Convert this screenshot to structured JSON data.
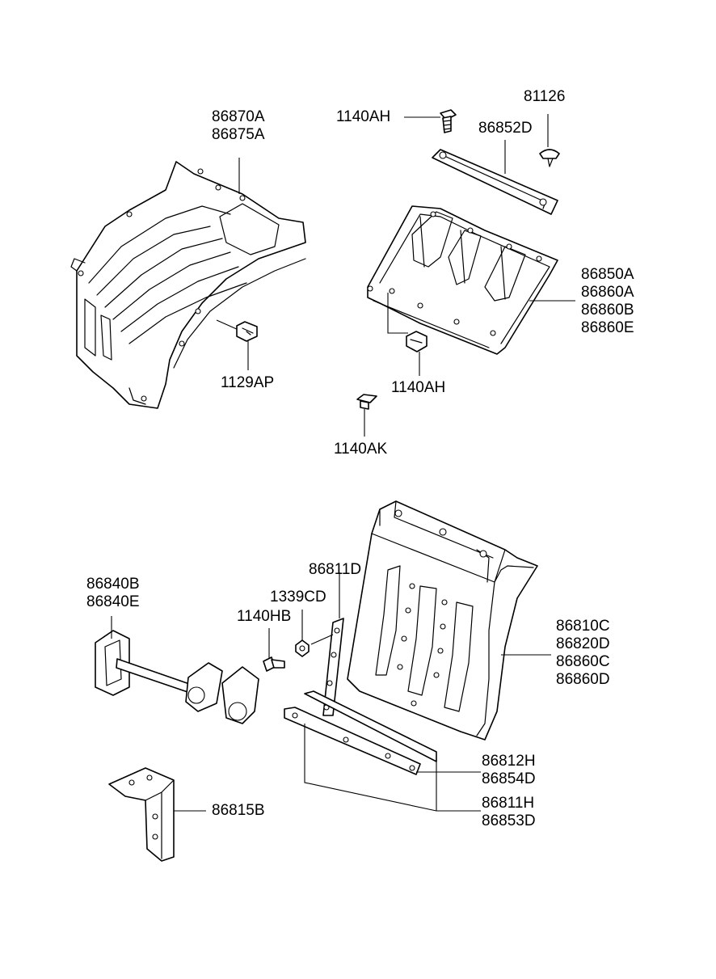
{
  "callouts": {
    "c86870": [
      "86870A",
      "86875A"
    ],
    "c1140ah_top": [
      "1140AH"
    ],
    "c81126": [
      "81126"
    ],
    "c86852d": [
      "86852D"
    ],
    "c86850": [
      "86850A",
      "86860A",
      "86860B",
      "86860E"
    ],
    "c1129ap": [
      "1129AP"
    ],
    "c1140ah_mid": [
      "1140AH"
    ],
    "c1140ak": [
      "1140AK"
    ],
    "c86811d": [
      "86811D"
    ],
    "c86840": [
      "86840B",
      "86840E"
    ],
    "c1339cd": [
      "1339CD"
    ],
    "c1140hb": [
      "1140HB"
    ],
    "c86810": [
      "86810C",
      "86820D",
      "86860C",
      "86860D"
    ],
    "c86812": [
      "86812H",
      "86854D"
    ],
    "c86811h": [
      "86811H",
      "86853D"
    ],
    "c86815b": [
      "86815B"
    ]
  }
}
